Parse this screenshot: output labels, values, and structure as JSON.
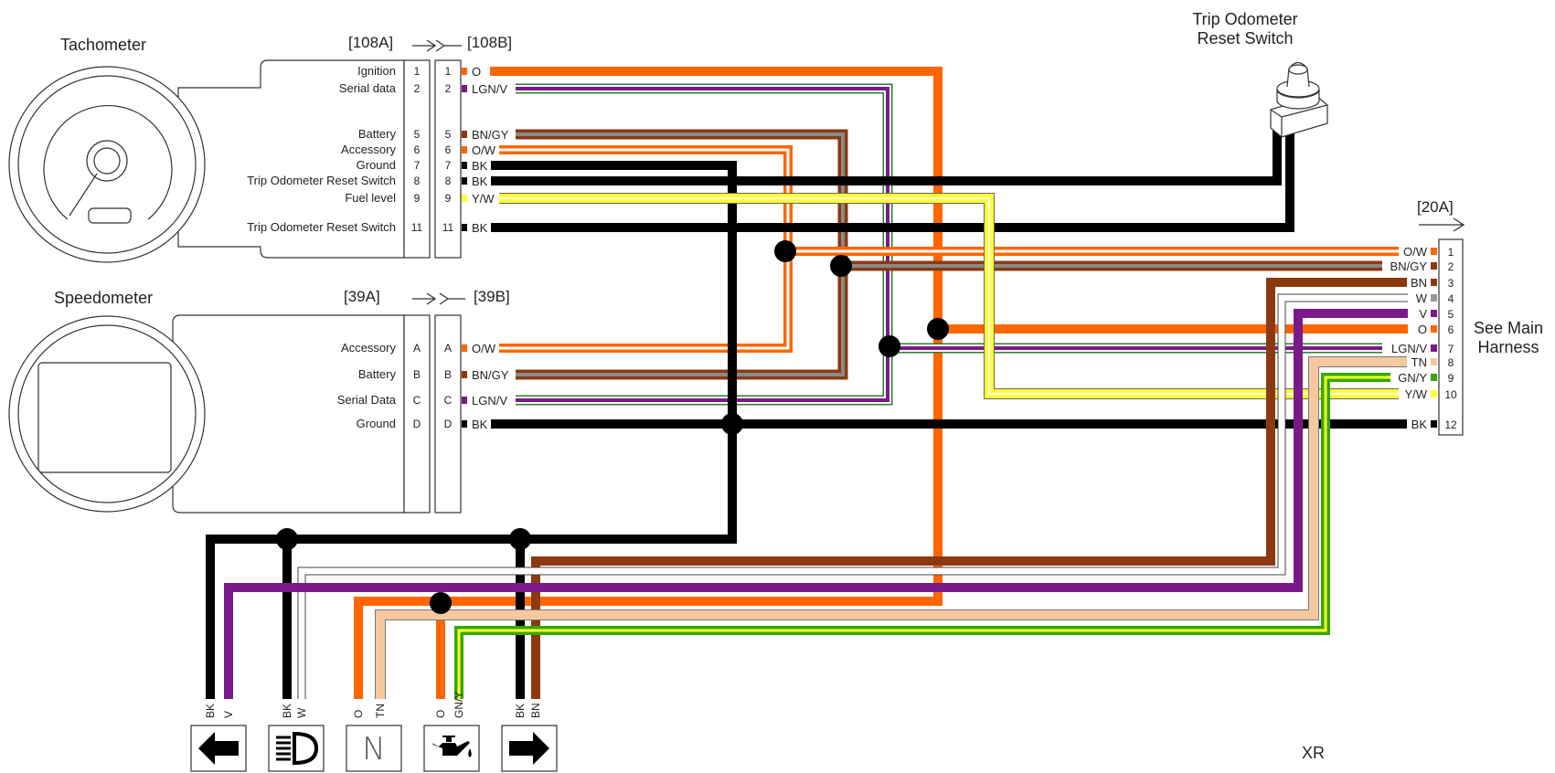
{
  "tachometer": {
    "title": "Tachometer",
    "connector_a": "[108A]",
    "connector_b": "[108B]",
    "pins": [
      {
        "label": "Ignition",
        "pin": "1",
        "wire": "O"
      },
      {
        "label": "Serial data",
        "pin": "2",
        "wire": "LGN/V"
      },
      {
        "label": "Battery",
        "pin": "5",
        "wire": "BN/GY"
      },
      {
        "label": "Accessory",
        "pin": "6",
        "wire": "O/W"
      },
      {
        "label": "Ground",
        "pin": "7",
        "wire": "BK"
      },
      {
        "label": "Trip Odometer Reset Switch",
        "pin": "8",
        "wire": "BK"
      },
      {
        "label": "Fuel level",
        "pin": "9",
        "wire": "Y/W"
      },
      {
        "label": "Trip Odometer Reset Switch",
        "pin": "11",
        "wire": "BK"
      }
    ]
  },
  "speedometer": {
    "title": "Speedometer",
    "connector_a": "[39A]",
    "connector_b": "[39B]",
    "pins": [
      {
        "label": "Accessory",
        "pin": "A",
        "wire": "O/W"
      },
      {
        "label": "Battery",
        "pin": "B",
        "wire": "BN/GY"
      },
      {
        "label": "Serial Data",
        "pin": "C",
        "wire": "LGN/V"
      },
      {
        "label": "Ground",
        "pin": "D",
        "wire": "BK"
      }
    ]
  },
  "trip_switch": {
    "title_line1": "Trip Odometer",
    "title_line2": "Reset Switch"
  },
  "main_connector": {
    "name": "[20A]",
    "harness_line1": "See Main",
    "harness_line2": "Harness",
    "pins": [
      {
        "wire": "O/W",
        "pin": "1"
      },
      {
        "wire": "BN/GY",
        "pin": "2"
      },
      {
        "wire": "BN",
        "pin": "3"
      },
      {
        "wire": "W",
        "pin": "4"
      },
      {
        "wire": "V",
        "pin": "5"
      },
      {
        "wire": "O",
        "pin": "6"
      },
      {
        "wire": "LGN/V",
        "pin": "7"
      },
      {
        "wire": "TN",
        "pin": "8"
      },
      {
        "wire": "GN/Y",
        "pin": "9"
      },
      {
        "wire": "Y/W",
        "pin": "10"
      },
      {
        "wire": "BK",
        "pin": "12"
      }
    ]
  },
  "indicators": [
    {
      "icon": "left-turn-arrow-icon",
      "wires": [
        "BK",
        "V"
      ]
    },
    {
      "icon": "high-beam-icon",
      "wires": [
        "BK",
        "W"
      ]
    },
    {
      "icon": "neutral-icon",
      "symbol": "N",
      "wires": [
        "O",
        "TN"
      ]
    },
    {
      "icon": "oil-pressure-icon",
      "wires": [
        "O",
        "GN/Y"
      ]
    },
    {
      "icon": "right-turn-arrow-icon",
      "wires": [
        "BK",
        "BN"
      ]
    }
  ],
  "model": "XR",
  "colors": {
    "orange": "#ff6600",
    "brown": "#8b3a10",
    "brown_gray": "#8a6a5a",
    "purple": "#7a1a8a",
    "light_green": "#8fd18f",
    "yellow": "#ffff33",
    "green": "#33aa00",
    "tan": "#f5c8a0",
    "black": "#000000"
  }
}
